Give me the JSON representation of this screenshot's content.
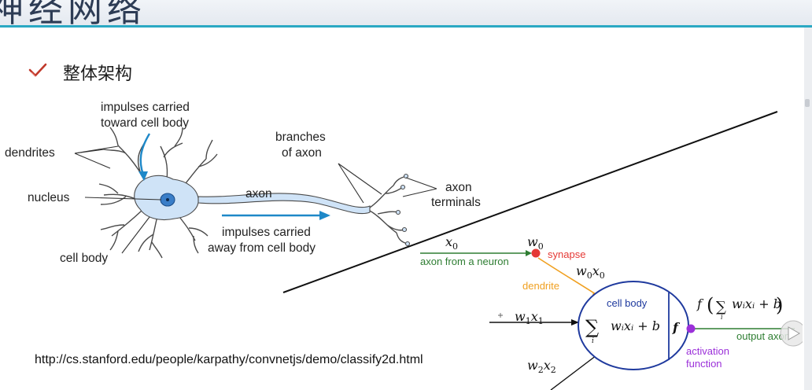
{
  "slide": {
    "title": "神经网络",
    "bullet_text": "整体架构",
    "source_url": "http://cs.stanford.edu/people/karpathy/convnetjs/demo/classify2d.html"
  },
  "neuron": {
    "impulses_toward": [
      "impulses carried",
      "toward cell body"
    ],
    "dendrites": "dendrites",
    "nucleus": "nucleus",
    "cell_body": "cell body",
    "axon": "axon",
    "branches": [
      "branches",
      "of axon"
    ],
    "axon_terminals": [
      "axon",
      "terminals"
    ],
    "impulses_away": [
      "impulses carried",
      "away from cell body"
    ]
  },
  "model": {
    "x0": "x",
    "x0_sub": "0",
    "w0": "w",
    "w0_sub": "0",
    "axon_from_neuron": "axon from a neuron",
    "synapse": "synapse",
    "dendrite": "dendrite",
    "w0x0": [
      "w",
      "0",
      "x",
      "0"
    ],
    "w1x1": [
      "w",
      "1",
      "x",
      "1"
    ],
    "w2x2": [
      "w",
      "2",
      "x",
      "2"
    ],
    "cell_body": "cell body",
    "sum_expr": "wᵢxᵢ + b",
    "f_symbol": "f",
    "f_output": "f",
    "output_axon": "output axon",
    "activation": [
      "activation",
      "function"
    ]
  },
  "colors": {
    "accent_rule": "#2aa8c3",
    "green": "#2e7d32",
    "red": "#e53935",
    "orange": "#f0a020",
    "purple": "#9b30d9",
    "blue": "#1f3a9e",
    "cell_fill": "#cfe3f7"
  }
}
